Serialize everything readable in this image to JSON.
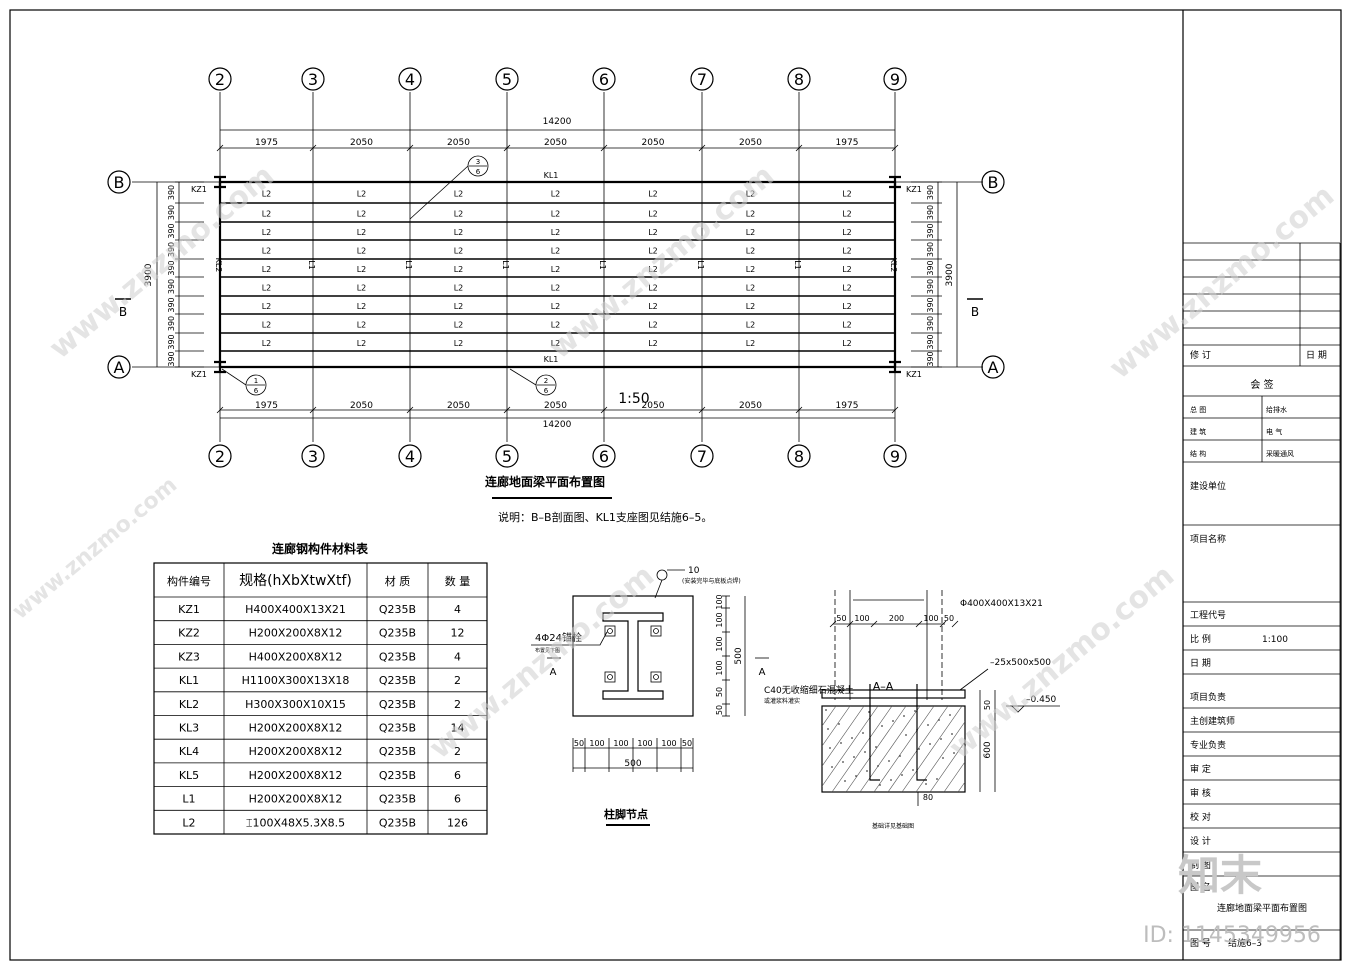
{
  "plan": {
    "axes": [
      "2",
      "3",
      "4",
      "5",
      "6",
      "7",
      "8",
      "9"
    ],
    "rows": [
      "B",
      "A"
    ],
    "total_dim": "14200",
    "spans": [
      "1975",
      "2050",
      "2050",
      "2050",
      "2050",
      "2050",
      "1975"
    ],
    "side_dim": "3900",
    "side_segments": [
      "390",
      "390",
      "390",
      "390",
      "390",
      "390",
      "390",
      "390",
      "390",
      "390"
    ],
    "beam_label": "L2",
    "top_beam": "KL1",
    "bottom_beam": "KL1",
    "column_label": "KZ1",
    "end_beam": "KL2",
    "sub_beam": "L1",
    "section_mark": "B",
    "scale": "1:50",
    "title": "连廊地面梁平面布置图",
    "note": "说明：B–B剖面图、KL1支座图见结施6–5。",
    "detail_marks": [
      {
        "num": "3",
        "sheet": "6"
      },
      {
        "num": "1",
        "sheet": "6"
      },
      {
        "num": "2",
        "sheet": "6"
      }
    ]
  },
  "table": {
    "title": "连廊钢构件材料表",
    "headers": [
      "构件编号",
      "规格(hXbXtwXtf)",
      "材 质",
      "数 量"
    ],
    "rows": [
      [
        "KZ1",
        "H400X400X13X21",
        "Q235B",
        "4"
      ],
      [
        "KZ2",
        "H200X200X8X12",
        "Q235B",
        "12"
      ],
      [
        "KZ3",
        "H400X200X8X12",
        "Q235B",
        "4"
      ],
      [
        "KL1",
        "H1100X300X13X18",
        "Q235B",
        "2"
      ],
      [
        "KL2",
        "H300X300X10X15",
        "Q235B",
        "2"
      ],
      [
        "KL3",
        "H200X200X8X12",
        "Q235B",
        "14"
      ],
      [
        "KL4",
        "H200X200X8X12",
        "Q235B",
        "2"
      ],
      [
        "KL5",
        "H200X200X8X12",
        "Q235B",
        "6"
      ],
      [
        "L1",
        "H200X200X8X12",
        "Q235B",
        "6"
      ],
      [
        "L2",
        "⌶100X48X5.3X8.5",
        "Q235B",
        "126"
      ]
    ]
  },
  "base_detail": {
    "title": "柱脚节点",
    "anchor_note": "4Φ24锚栓",
    "anchor_sub": "布置见下图",
    "weld_size": "10",
    "weld_note": "(安装完毕与底板点焊)",
    "plate": "500",
    "dims_h": [
      "50",
      "100",
      "100",
      "100",
      "100",
      "50"
    ],
    "dims_v": [
      "100",
      "100",
      "100",
      "100",
      "50",
      "50"
    ],
    "section_label": "A",
    "side_label": "500"
  },
  "section_detail": {
    "title": "A–A",
    "column": "Φ400X400X13X21",
    "plate": "–25x500x500",
    "elev": "–0.450",
    "concrete": "C40无收缩细石混凝土",
    "concrete2": "或灌浆料灌实",
    "dims_top": [
      "50",
      "100",
      "200",
      "100",
      "50"
    ],
    "depth": "600",
    "grout": "50",
    "embed": "80",
    "footing_note": "基础详见基础图"
  },
  "title_block": {
    "revision": "修 订",
    "date_label": "日 期",
    "countersign": "会 签",
    "sign_rows": [
      [
        "总 图",
        "给排水"
      ],
      [
        "建 筑",
        "电 气"
      ],
      [
        "结 构",
        "采暖通风"
      ]
    ],
    "client": "建设单位",
    "project": "项目名称",
    "project_no": "工程代号",
    "scale_label": "比 例",
    "scale_value": "1:100",
    "date": "日 期",
    "roles": [
      "项目负责",
      "主创建筑师",
      "专业负责",
      "审 定",
      "审 核",
      "校 对",
      "设 计",
      "制 图"
    ],
    "drawing_name_label": "图 名",
    "drawing_name": "连廊地面梁平面布置图",
    "drawing_no_label": "图 号",
    "drawing_no": "结施6–3"
  },
  "watermark": {
    "text": "www.znzmo.com",
    "brand": "知末",
    "id": "ID: 1145349956"
  }
}
